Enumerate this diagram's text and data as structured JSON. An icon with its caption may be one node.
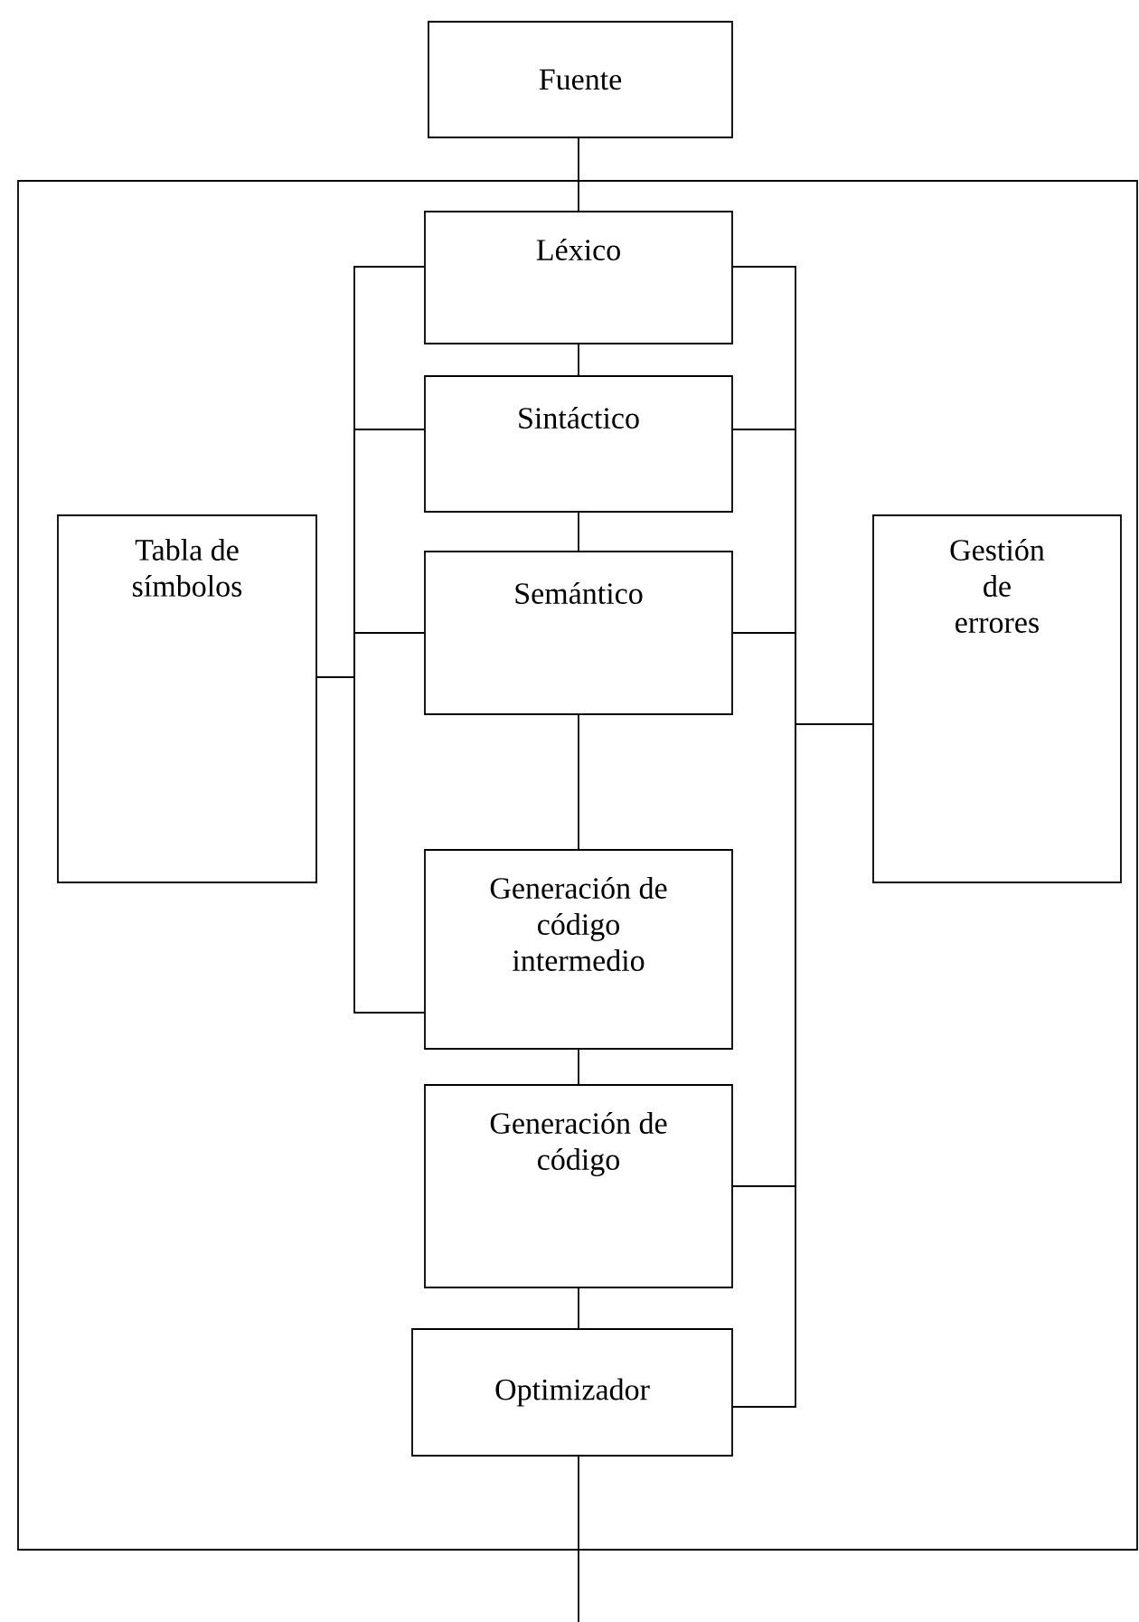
{
  "diagram": {
    "nodes": [
      {
        "text": [
          "Fuente"
        ]
      },
      {
        "text": [],
        "shape": "box"
      },
      {
        "text": [
          "Léxico"
        ],
        "in": 1
      },
      {
        "text": [
          "Sintáctico"
        ],
        "in": 1
      },
      {
        "text": [
          "Semántico"
        ],
        "in": 1
      },
      {
        "text": [
          "Generación de código intermedio"
        ],
        "in": 1
      },
      {
        "text": [
          "Generación de código"
        ],
        "in": 1
      },
      {
        "text": [
          "Optimizador"
        ],
        "in": 1
      },
      {
        "text": [
          "Tabla de símbolos"
        ],
        "in": 1
      },
      {
        "text": [
          "Gestión de errores"
        ],
        "in": 1
      }
    ],
    "edges": [
      {
        "from": 0,
        "to": 2,
        "arrow": "none"
      },
      {
        "from": 2,
        "to": 3,
        "arrow": "none"
      },
      {
        "from": 3,
        "to": 4,
        "arrow": "none"
      },
      {
        "from": 4,
        "to": 5,
        "arrow": "none"
      },
      {
        "from": 5,
        "to": 6,
        "arrow": "none"
      },
      {
        "from": 6,
        "to": 7,
        "arrow": "none"
      },
      {
        "from": 7,
        "to": null,
        "arrow": "none"
      },
      {
        "from": 8,
        "to": 2,
        "arrow": "none"
      },
      {
        "from": 8,
        "to": 3,
        "arrow": "none"
      },
      {
        "from": 8,
        "to": 4,
        "arrow": "none"
      },
      {
        "from": 8,
        "to": 5,
        "arrow": "none"
      },
      {
        "from": 2,
        "to": 9,
        "arrow": "none"
      },
      {
        "from": 3,
        "to": 9,
        "arrow": "none"
      },
      {
        "from": 4,
        "to": 9,
        "arrow": "none"
      },
      {
        "from": 6,
        "to": 9,
        "arrow": "none"
      },
      {
        "from": 7,
        "to": 9,
        "arrow": "none"
      }
    ]
  }
}
